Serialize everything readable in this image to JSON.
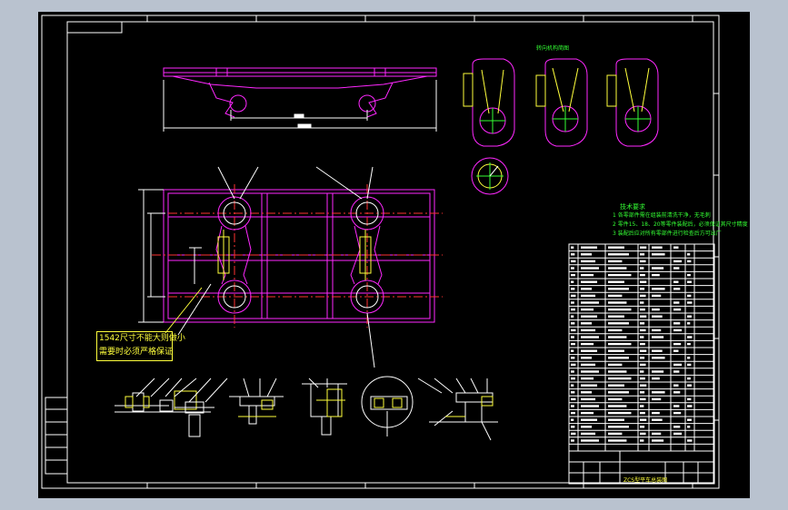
{
  "drawing": {
    "colors": {
      "frame": "#ffffff",
      "structure": "#ff28ff",
      "centerline": "#ff3232",
      "annotation": "#ffff3c",
      "dimension": "#ffffff",
      "note_text": "#34ff34",
      "table": "#ffffff"
    },
    "note": {
      "line1": "1542尺寸不能大则做小",
      "line2": "需要时必须严格保证"
    },
    "top_right_view_title": "转向机构简图",
    "technical_requirements": {
      "title": "技术要求",
      "items": [
        "1 各零部件需在组装前清洗干净，无毛刺",
        "2 零件15、18、20等零件装配后，必须保证其尺寸精度",
        "3 装配后应对所有零部件进行检查后方可出厂"
      ]
    },
    "title_block": {
      "drawing_name": "ZCS型平车总装图"
    }
  }
}
